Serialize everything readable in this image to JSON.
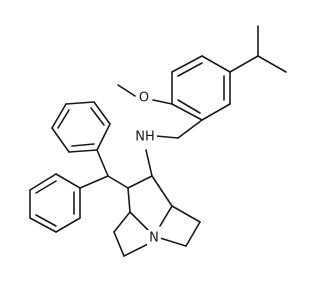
{
  "structure": {
    "atom_labels": {
      "methoxy_oxygen": "O",
      "amine_nitrogen": "NH",
      "ring_nitrogen": "N"
    }
  },
  "colors": {
    "background": "#ffffff",
    "bond": "#1a1a1a"
  }
}
